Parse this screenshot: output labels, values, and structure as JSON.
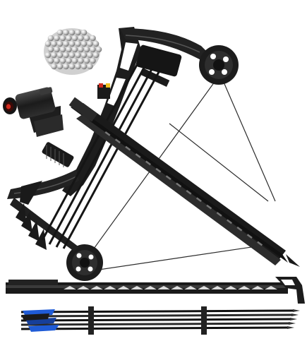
{
  "scene": {
    "background": "#ffffff",
    "items": [
      {
        "name": "compound-bow",
        "icon": "compound-bow-icon"
      },
      {
        "name": "steel-ball-ammo",
        "icon": "steel-balls-icon"
      },
      {
        "name": "red-dot-laser-sight",
        "icon": "laser-sight-icon"
      },
      {
        "name": "slingshot-rail-launcher",
        "icon": "rail-launcher-icon"
      },
      {
        "name": "arrows-bundle",
        "icon": "arrow-bundle-icon"
      }
    ],
    "colors": {
      "bow_body": "#1f1f1f",
      "bow_highlight": "#4a4a4a",
      "string": "#2b2b2b",
      "laser_lens": "#d22a1e",
      "arrow_fletching": "#1f5bd6",
      "steel": "#c8c8c8"
    }
  }
}
